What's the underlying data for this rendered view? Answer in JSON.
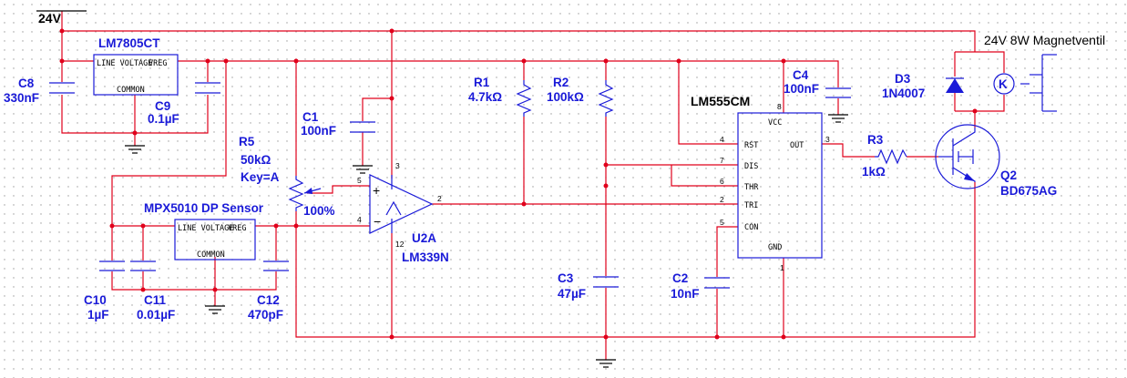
{
  "supply": {
    "label": "24V"
  },
  "regulators": [
    {
      "id": "LM7805CT",
      "pins": {
        "in": "LINE VOLTAGE",
        "out": "VREG",
        "gnd": "COMMON"
      }
    },
    {
      "id": "MPX5010 DP Sensor",
      "pins": {
        "in": "LINE VOLTAGE",
        "out": "VREG",
        "gnd": "COMMON"
      }
    }
  ],
  "capacitors": [
    {
      "ref": "C8",
      "value": "330nF"
    },
    {
      "ref": "C9",
      "value": "0.1µF"
    },
    {
      "ref": "C1",
      "value": "100nF"
    },
    {
      "ref": "C4",
      "value": "100nF"
    },
    {
      "ref": "C10",
      "value": "1µF"
    },
    {
      "ref": "C11",
      "value": "0.01µF"
    },
    {
      "ref": "C12",
      "value": "470pF"
    },
    {
      "ref": "C3",
      "value": "47µF"
    },
    {
      "ref": "C2",
      "value": "10nF"
    }
  ],
  "resistors": [
    {
      "ref": "R1",
      "value": "4.7kΩ"
    },
    {
      "ref": "R2",
      "value": "100kΩ"
    },
    {
      "ref": "R3",
      "value": "1kΩ"
    }
  ],
  "potentiometer": {
    "ref": "R5",
    "value": "50kΩ",
    "key": "Key=A",
    "setting": "100%"
  },
  "comparator": {
    "ref": "U2A",
    "part": "LM339N",
    "pins": [
      "5",
      "4",
      "3",
      "12",
      "2"
    ]
  },
  "timer": {
    "part": "LM555CM",
    "pins": [
      {
        "num": "4",
        "name": "RST"
      },
      {
        "num": "7",
        "name": "DIS"
      },
      {
        "num": "6",
        "name": "THR"
      },
      {
        "num": "2",
        "name": "TRI"
      },
      {
        "num": "5",
        "name": "CON"
      },
      {
        "num": "8",
        "name": "VCC"
      },
      {
        "num": "3",
        "name": "OUT"
      },
      {
        "num": "1",
        "name": "GND"
      }
    ]
  },
  "diode": {
    "ref": "D3",
    "part": "1N4007"
  },
  "transistor": {
    "ref": "Q2",
    "part": "BD675AG"
  },
  "valve": {
    "label": "24V 8W Magnetventil",
    "symbol": "K"
  }
}
